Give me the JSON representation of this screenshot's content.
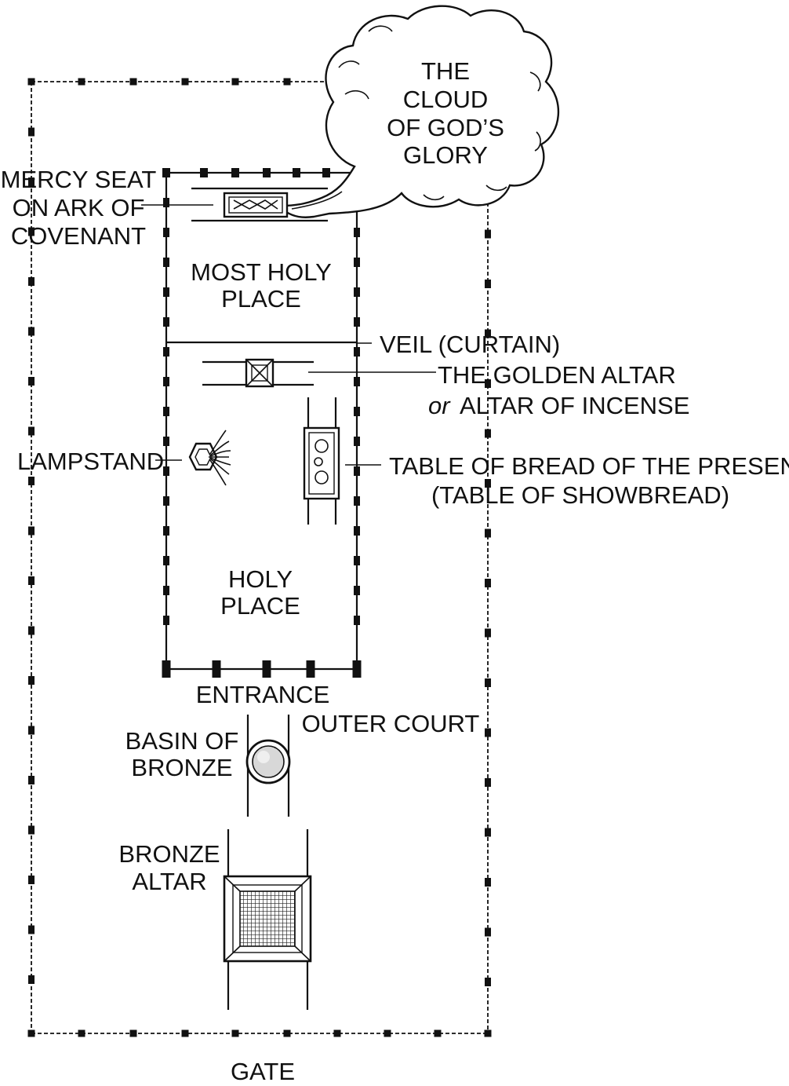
{
  "labels": {
    "cloud": [
      "THE",
      "CLOUD",
      "OF GOD’S",
      "GLORY"
    ],
    "mercy_seat": [
      "MERCY SEAT",
      "ON ARK OF",
      "COVENANT"
    ],
    "most_holy_place": [
      "MOST HOLY",
      "PLACE"
    ],
    "veil": "VEIL (CURTAIN)",
    "golden_altar": "THE GOLDEN ALTAR",
    "golden_altar_or": "or",
    "golden_altar_alt": "ALTAR OF INCENSE",
    "lampstand": "LAMPSTAND",
    "table": [
      "TABLE OF BREAD OF THE PRESENCE",
      "(TABLE OF SHOWBREAD)"
    ],
    "holy_place": [
      "HOLY",
      "PLACE"
    ],
    "entrance": "ENTRANCE",
    "outer_court": "OUTER COURT",
    "basin": [
      "BASIN OF",
      "BRONZE"
    ],
    "bronze_altar": [
      "BRONZE",
      "ALTAR"
    ],
    "gate": "GATE"
  }
}
